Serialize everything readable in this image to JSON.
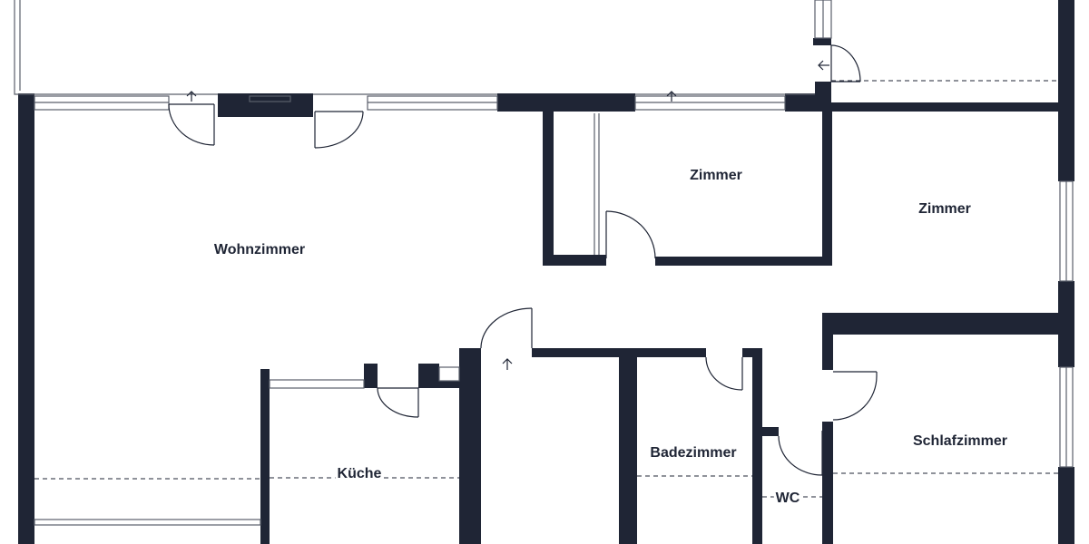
{
  "colors": {
    "wall": "#1f2535",
    "background": "#ffffff",
    "thin_line": "#5a5f6b"
  },
  "rooms": {
    "wohnzimmer": "Wohnzimmer",
    "zimmer_1": "Zimmer",
    "zimmer_2": "Zimmer",
    "kueche": "Küche",
    "badezimmer": "Badezimmer",
    "wc": "WC",
    "schlafzimmer": "Schlafzimmer"
  },
  "icons": [
    "arrow-up-icon",
    "arrow-left-icon"
  ]
}
